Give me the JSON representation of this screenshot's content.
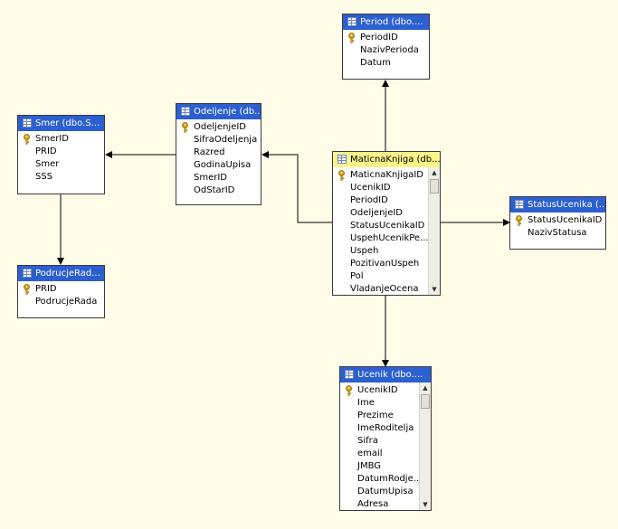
{
  "tables": [
    {
      "id": "period",
      "title": "Period (dbo....",
      "rows": [
        "PeriodID",
        "NazivPerioda",
        "Datum"
      ],
      "key_rows": [
        0
      ],
      "scroll": false,
      "selected": false
    },
    {
      "id": "odeljenje",
      "title": "Odeljenje (db...",
      "rows": [
        "OdeljenjeID",
        "SifraOdeljenja",
        "Razred",
        "GodinaUpisa",
        "SmerID",
        "OdStarID"
      ],
      "key_rows": [
        0
      ],
      "scroll": false,
      "selected": false
    },
    {
      "id": "smer",
      "title": "Smer (dbo.S...",
      "rows": [
        "SmerID",
        "PRID",
        "Smer",
        "SSS"
      ],
      "key_rows": [
        0
      ],
      "scroll": false,
      "selected": false
    },
    {
      "id": "podrucjerada",
      "title": "PodrucjeRad...",
      "rows": [
        "PRID",
        "PodrucjeRada"
      ],
      "key_rows": [
        0
      ],
      "scroll": false,
      "selected": false
    },
    {
      "id": "maticnaknjiga",
      "title": "MaticnaKnjiga (db...",
      "rows": [
        "MaticnaKnjigaID",
        "UcenikID",
        "PeriodID",
        "OdeljenjeID",
        "StatusUcenikaID",
        "UspehUcenikPe...",
        "Uspeh",
        "PozitivanUspeh",
        "Pol",
        "VladanjeOcena"
      ],
      "key_rows": [
        0
      ],
      "scroll": true,
      "selected": true
    },
    {
      "id": "statusucenika",
      "title": "StatusUcenika (...",
      "rows": [
        "StatusUcenikaID",
        "NazivStatusa"
      ],
      "key_rows": [
        0
      ],
      "scroll": false,
      "selected": false
    },
    {
      "id": "ucenik",
      "title": "Ucenik (dbo....",
      "rows": [
        "UcenikID",
        "Ime",
        "Prezime",
        "ImeRoditelja",
        "Sifra",
        "email",
        "JMBG",
        "DatumRodje...",
        "DatumUpisa",
        "Adresa"
      ],
      "key_rows": [
        0
      ],
      "scroll": true,
      "selected": false
    }
  ],
  "relationships": [
    {
      "from": "maticnaknjiga",
      "to": "period"
    },
    {
      "from": "maticnaknjiga",
      "to": "odeljenje"
    },
    {
      "from": "odeljenje",
      "to": "smer"
    },
    {
      "from": "smer",
      "to": "podrucjerada"
    },
    {
      "from": "maticnaknjiga",
      "to": "statusucenika"
    },
    {
      "from": "maticnaknjiga",
      "to": "ucenik"
    }
  ],
  "colors": {
    "canvas": "#fffde8",
    "header": "#2c5fd0",
    "header_selected": "#fbf48b",
    "line": "#000000",
    "key": "#d9a300"
  }
}
